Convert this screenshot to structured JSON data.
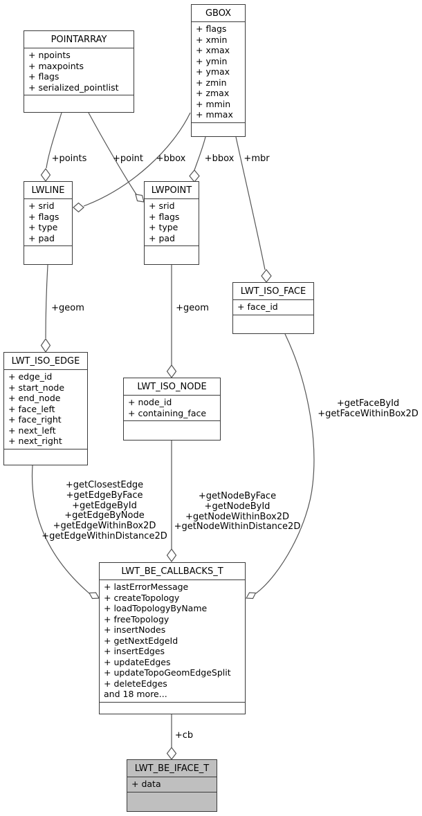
{
  "diagram_title": "collaboration-graph",
  "colors": {
    "background": "#ffffff",
    "class_fill": "#ffffff",
    "highlight_class_fill": "#bfbfbf",
    "border": "#3a3a3a",
    "edge_stroke": "#555555",
    "text": "#000000"
  },
  "classes": {
    "pointarray": {
      "name": "POINTARRAY",
      "attrs": [
        "+ npoints",
        "+ maxpoints",
        "+ flags",
        "+ serialized_pointlist"
      ]
    },
    "gbox": {
      "name": "GBOX",
      "attrs": [
        "+ flags",
        "+ xmin",
        "+ xmax",
        "+ ymin",
        "+ ymax",
        "+ zmin",
        "+ zmax",
        "+ mmin",
        "+ mmax"
      ]
    },
    "lwline": {
      "name": "LWLINE",
      "attrs": [
        "+ srid",
        "+ flags",
        "+ type",
        "+ pad"
      ]
    },
    "lwpoint": {
      "name": "LWPOINT",
      "attrs": [
        "+ srid",
        "+ flags",
        "+ type",
        "+ pad"
      ]
    },
    "lwt_iso_face": {
      "name": "LWT_ISO_FACE",
      "attrs": [
        "+ face_id"
      ]
    },
    "lwt_iso_edge": {
      "name": "LWT_ISO_EDGE",
      "attrs": [
        "+ edge_id",
        "+ start_node",
        "+ end_node",
        "+ face_left",
        "+ face_right",
        "+ next_left",
        "+ next_right"
      ]
    },
    "lwt_iso_node": {
      "name": "LWT_ISO_NODE",
      "attrs": [
        "+ node_id",
        "+ containing_face"
      ]
    },
    "lwt_be_callbacks_t": {
      "name": "LWT_BE_CALLBACKS_T",
      "attrs": [
        "+ lastErrorMessage",
        "+ createTopology",
        "+ loadTopologyByName",
        "+ freeTopology",
        "+ insertNodes",
        "+ getNextEdgeId",
        "+ insertEdges",
        "+ updateEdges",
        "+ updateTopoGeomEdgeSplit",
        "+ deleteEdges",
        "and 18 more..."
      ]
    },
    "lwt_be_iface_t": {
      "name": "LWT_BE_IFACE_T",
      "attrs": [
        "+ data"
      ]
    }
  },
  "labels": {
    "points": "+points",
    "point": "+point",
    "bbox_line": "+bbox",
    "bbox_point": "+bbox",
    "mbr": "+mbr",
    "geom_edge": "+geom",
    "geom_node": "+geom",
    "face_callbacks": "+getFaceById\n+getFaceWithinBox2D",
    "edge_callbacks": "+getClosestEdge\n+getEdgeByFace\n+getEdgeById\n+getEdgeByNode\n+getEdgeWithinBox2D\n+getEdgeWithinDistance2D",
    "node_callbacks": "+getNodeByFace\n+getNodeById\n+getNodeWithinBox2D\n+getNodeWithinDistance2D",
    "cb": "+cb"
  }
}
